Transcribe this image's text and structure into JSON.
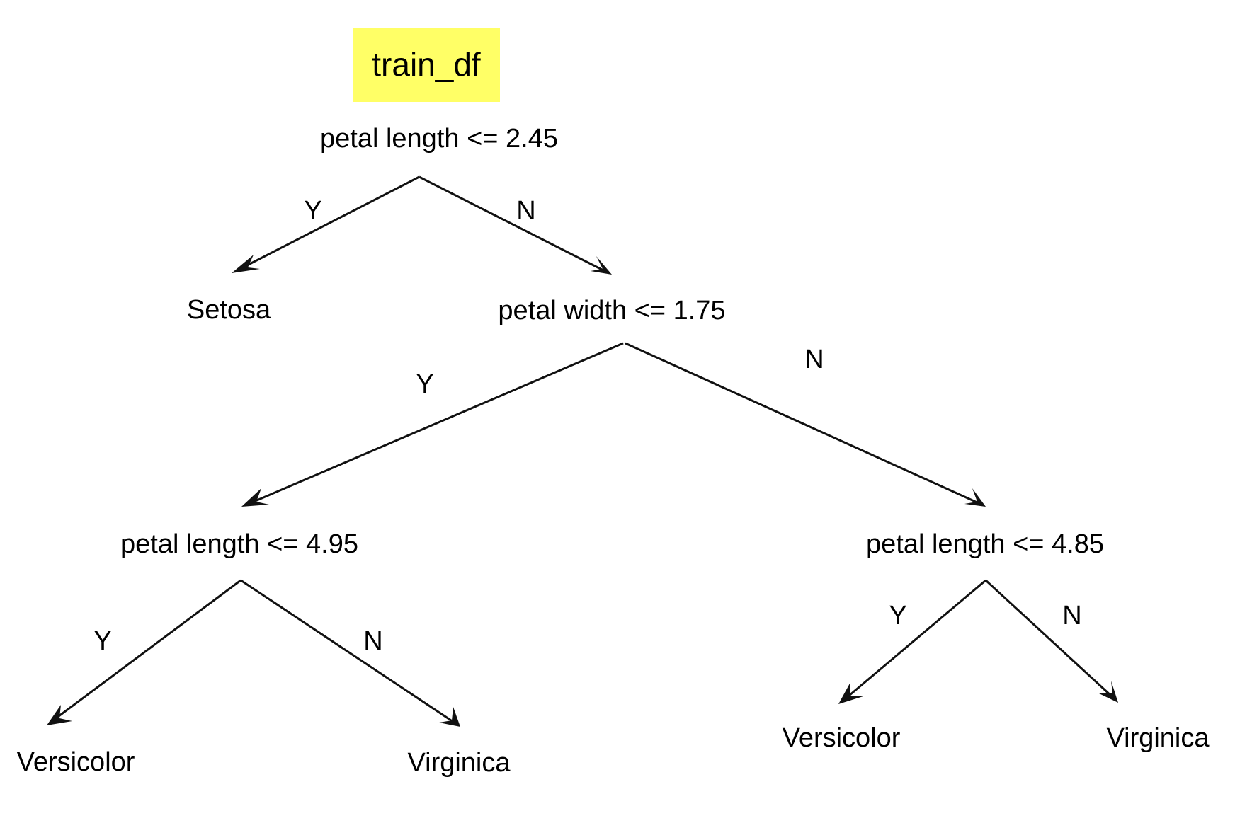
{
  "title": {
    "label": "train_df",
    "background_color": "#ffff66"
  },
  "colors": {
    "text": "#000000",
    "edge": "#111111",
    "setosa": "#ee1111",
    "versicolor": "#4444ff",
    "virginica": "#22ee22"
  },
  "nodes": {
    "root": {
      "label": "petal length <= 2.45"
    },
    "setosa_leaf": {
      "label": "Setosa"
    },
    "width_split": {
      "label": "petal width <= 1.75"
    },
    "left_split": {
      "label": "petal length <= 4.95"
    },
    "right_split": {
      "label": "petal length <= 4.85"
    },
    "leaf_versicolor_left": {
      "label": "Versicolor"
    },
    "leaf_virginica_left": {
      "label": "Virginica"
    },
    "leaf_versicolor_right": {
      "label": "Versicolor"
    },
    "leaf_virginica_right": {
      "label": "Virginica"
    }
  },
  "edges": {
    "root_yes": {
      "label": "Y"
    },
    "root_no": {
      "label": "N"
    },
    "width_yes": {
      "label": "Y"
    },
    "width_no": {
      "label": "N"
    },
    "left_yes": {
      "label": "Y"
    },
    "left_no": {
      "label": "N"
    },
    "right_yes": {
      "label": "Y"
    },
    "right_no": {
      "label": "N"
    }
  }
}
